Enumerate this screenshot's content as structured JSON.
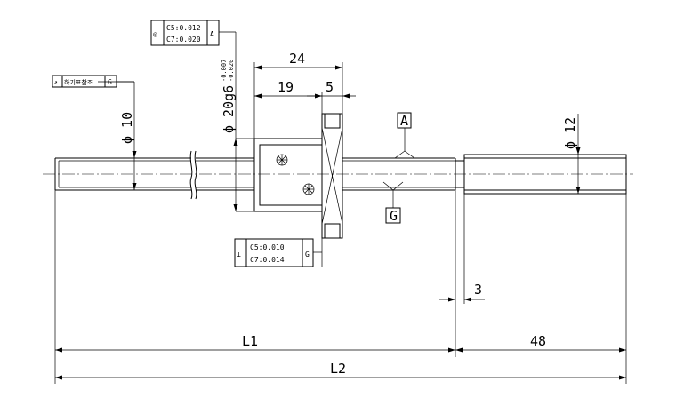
{
  "diagram": {
    "dimensions": {
      "d24": "24",
      "d19": "19",
      "d5": "5",
      "d3": "3",
      "dL1": "L1",
      "d48": "48",
      "dL2": "L2",
      "diam10": "ϕ 10",
      "diam12": "ϕ 12",
      "diam20": "ϕ 20g6",
      "tol20_upper": "-0.007",
      "tol20_lower": "-0.020"
    },
    "datums": {
      "a": "A",
      "g": "G"
    },
    "tolerance_frames": {
      "concentricity": {
        "symbol": "◎",
        "line1": "C5:0.012",
        "line2": "C7:0.020",
        "datum": "A"
      },
      "runout": {
        "symbol": "↗",
        "text": "하기표참조",
        "datum": "G"
      },
      "perpendicularity": {
        "symbol": "⊥",
        "line1": "C5:0.010",
        "line2": "C7:0.014",
        "datum": "G"
      }
    }
  }
}
